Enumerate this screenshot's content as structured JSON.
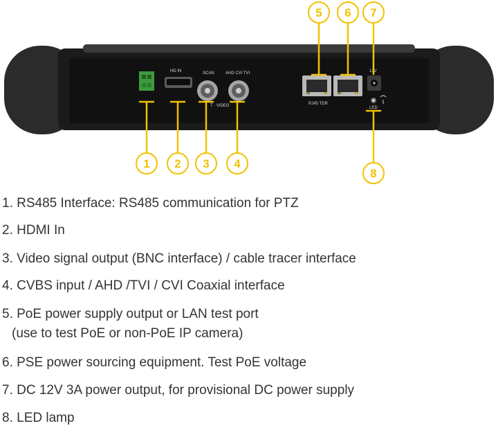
{
  "colors": {
    "callout": "#f2c200",
    "device_body": "#1b1b1b",
    "bumper": "#2a2a2a",
    "legend_text": "#333333"
  },
  "panel_labels": {
    "hd_in": "HD IN",
    "scan": "SCAN",
    "ahd_cvi_tvi": "AHD CVI TVI",
    "video": "T · VIDEO",
    "rj45_tdr": "RJ45 TDR",
    "led": "LED",
    "dc": "12V"
  },
  "callouts": [
    "1",
    "2",
    "3",
    "4",
    "5",
    "6",
    "7",
    "8"
  ],
  "legend": [
    {
      "text": "1. RS485 Interface: RS485 communication for PTZ"
    },
    {
      "text": "2. HDMI In"
    },
    {
      "text": "3. Video signal output (BNC interface) / cable tracer interface"
    },
    {
      "text": "4. CVBS input / AHD /TVI / CVI Coaxial interface"
    },
    {
      "text": "5. PoE power supply output or LAN test port",
      "continuation": "(use to test PoE or non-PoE IP camera)"
    },
    {
      "text": "6. PSE power sourcing equipment. Test PoE voltage"
    },
    {
      "text": "7. DC 12V 3A power output, for provisional DC power supply"
    },
    {
      "text": "8. LED lamp"
    }
  ]
}
